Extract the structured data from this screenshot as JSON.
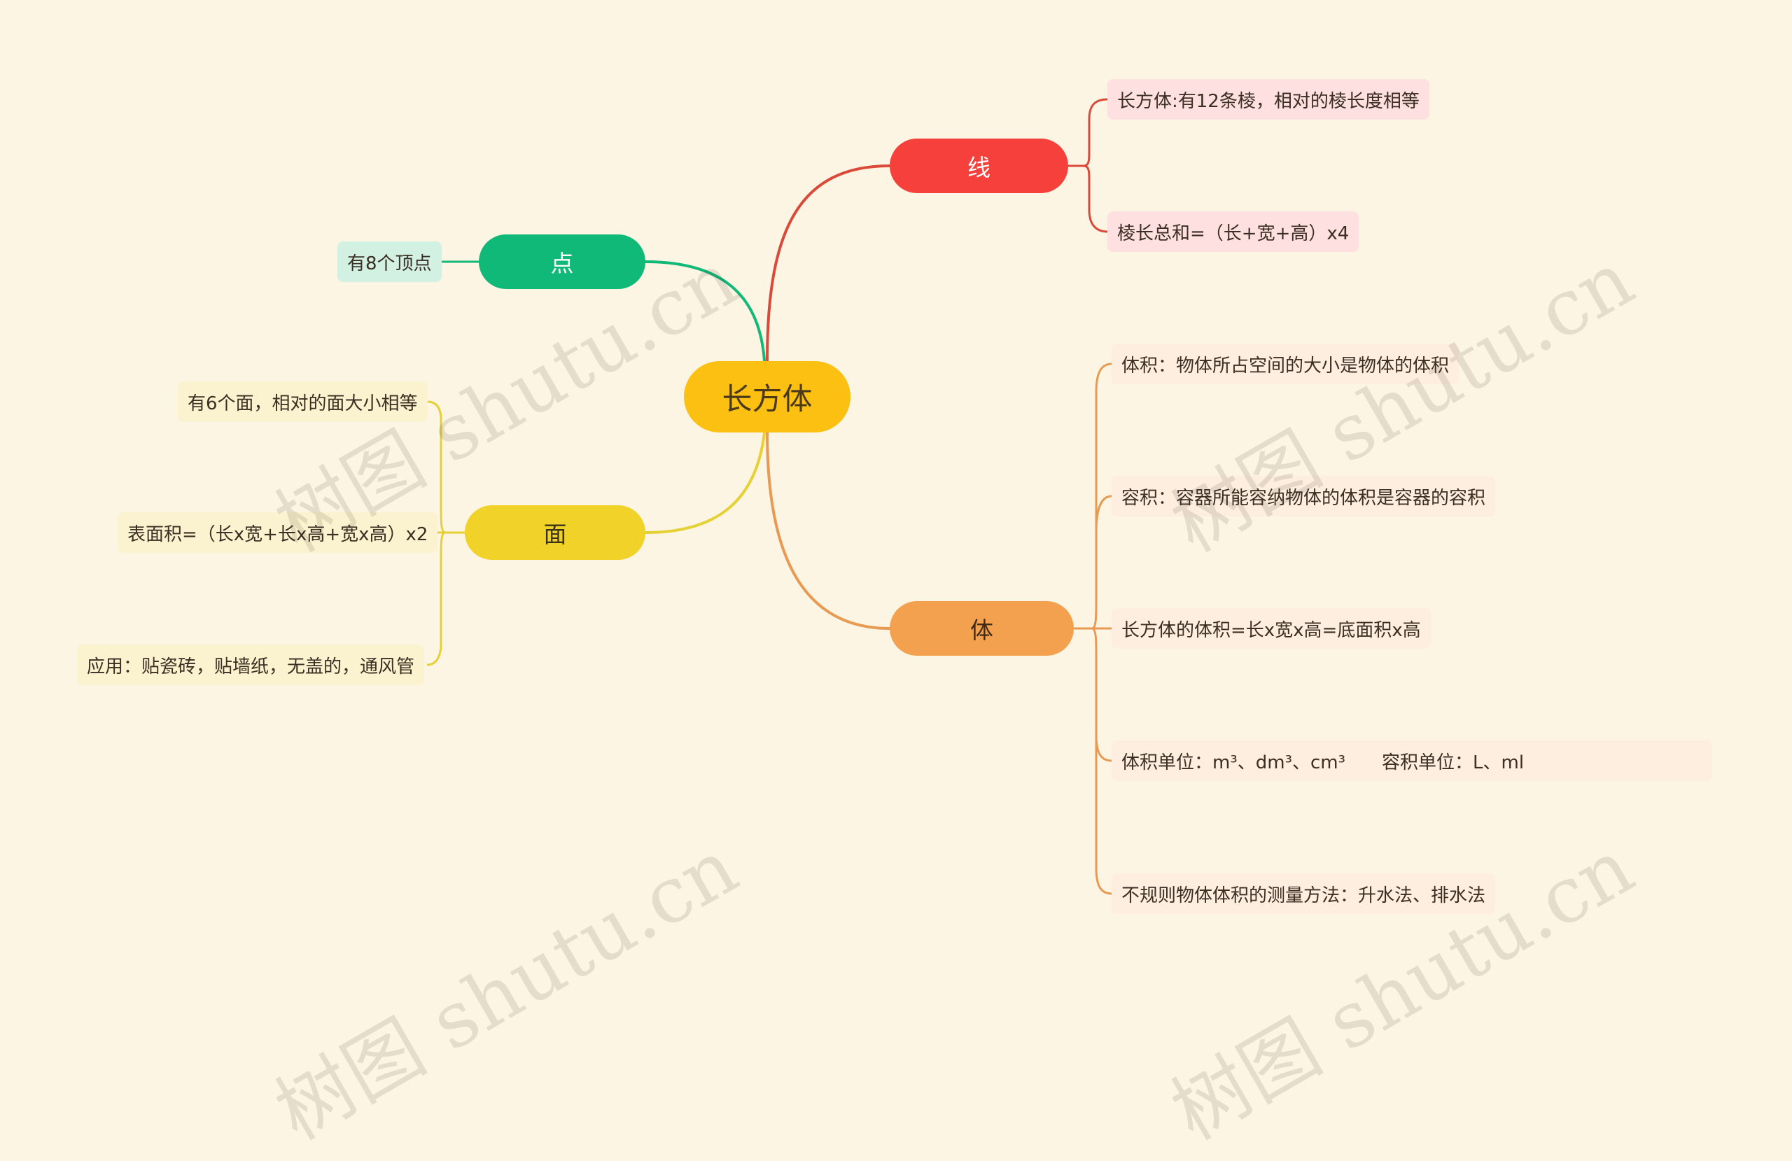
{
  "root": {
    "label": "长方体"
  },
  "branches": {
    "xian": {
      "label": "线",
      "color": "#f6403b",
      "leaves": [
        "长方体:有12条棱，相对的棱长度相等",
        "棱长总和=（长+宽+高）x4"
      ]
    },
    "ti": {
      "label": "体",
      "color": "#f3a04f",
      "leaves": [
        "体积：物体所占空间的大小是物体的体积",
        "容积：容器所能容纳物体的体积是容器的容积",
        "长方体的体积=长x宽x高=底面积x高",
        "体积单位：m³、dm³、cm³　　容积单位：L、ml",
        "不规则物体体积的测量方法：升水法、排水法"
      ]
    },
    "dian": {
      "label": "点",
      "color": "#11b978",
      "leaves": [
        "有8个顶点"
      ]
    },
    "mian": {
      "label": "面",
      "color": "#f0d228",
      "leaves": [
        "有6个面，相对的面大小相等",
        "表面积=（长x宽+长x高+宽x高）x2",
        "应用：贴瓷砖，贴墙纸，无盖的，通风管"
      ]
    }
  },
  "watermark": {
    "text": "树图 shutu.cn"
  }
}
